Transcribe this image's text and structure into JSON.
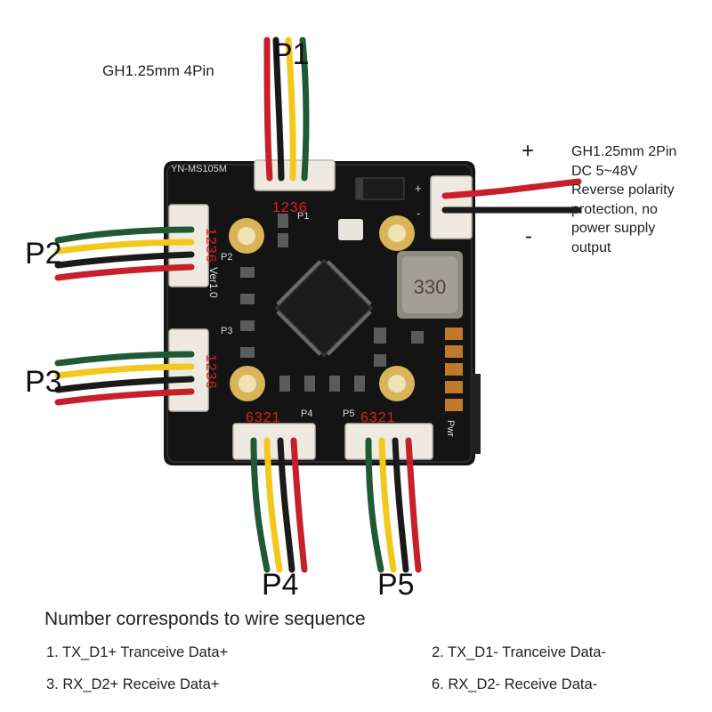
{
  "ports": {
    "p1": "P1",
    "p2": "P2",
    "p3": "P3",
    "p4": "P4",
    "p5": "P5"
  },
  "connector_4pin": "GH1.25mm 4Pin",
  "power_spec": {
    "line1": "GH1.25mm 2Pin",
    "line2": "DC 5~48V",
    "line3": "Reverse polarity",
    "line4": "protection, no",
    "line5": "power supply",
    "line6": "output"
  },
  "polarity": {
    "plus": "+",
    "minus": "-"
  },
  "board": {
    "model": "YN-MS105M",
    "version": "Ver1.0",
    "inductor_code": "330",
    "pwr_label": "Pwr",
    "silk_p1": "P1",
    "silk_p2": "P2",
    "silk_p3": "P3",
    "silk_p4": "P4",
    "silk_p5": "P5"
  },
  "pin_numbers": {
    "p1": "1236",
    "p2": "1236",
    "p3": "1236",
    "p4": "6321",
    "p5": "6321"
  },
  "legend": {
    "title": "Number corresponds to wire sequence",
    "items": [
      "1. TX_D1+  Tranceive Data+",
      "2. TX_D1-   Tranceive Data-",
      "3. RX_D2+  Receive Data+",
      "6. RX_D2-   Receive Data-"
    ]
  },
  "colors": {
    "board": "#141414",
    "silkscreen": "#d8d8d8",
    "pin_numbers": "#e81b1b",
    "wire_green": "#1f5a35",
    "wire_yellow": "#f2c81c",
    "wire_black": "#1a1a1a",
    "wire_red": "#c8202a",
    "mount_pad": "#d9b45a",
    "inductor": "#8d8a80",
    "connector": "#eeeae2"
  }
}
